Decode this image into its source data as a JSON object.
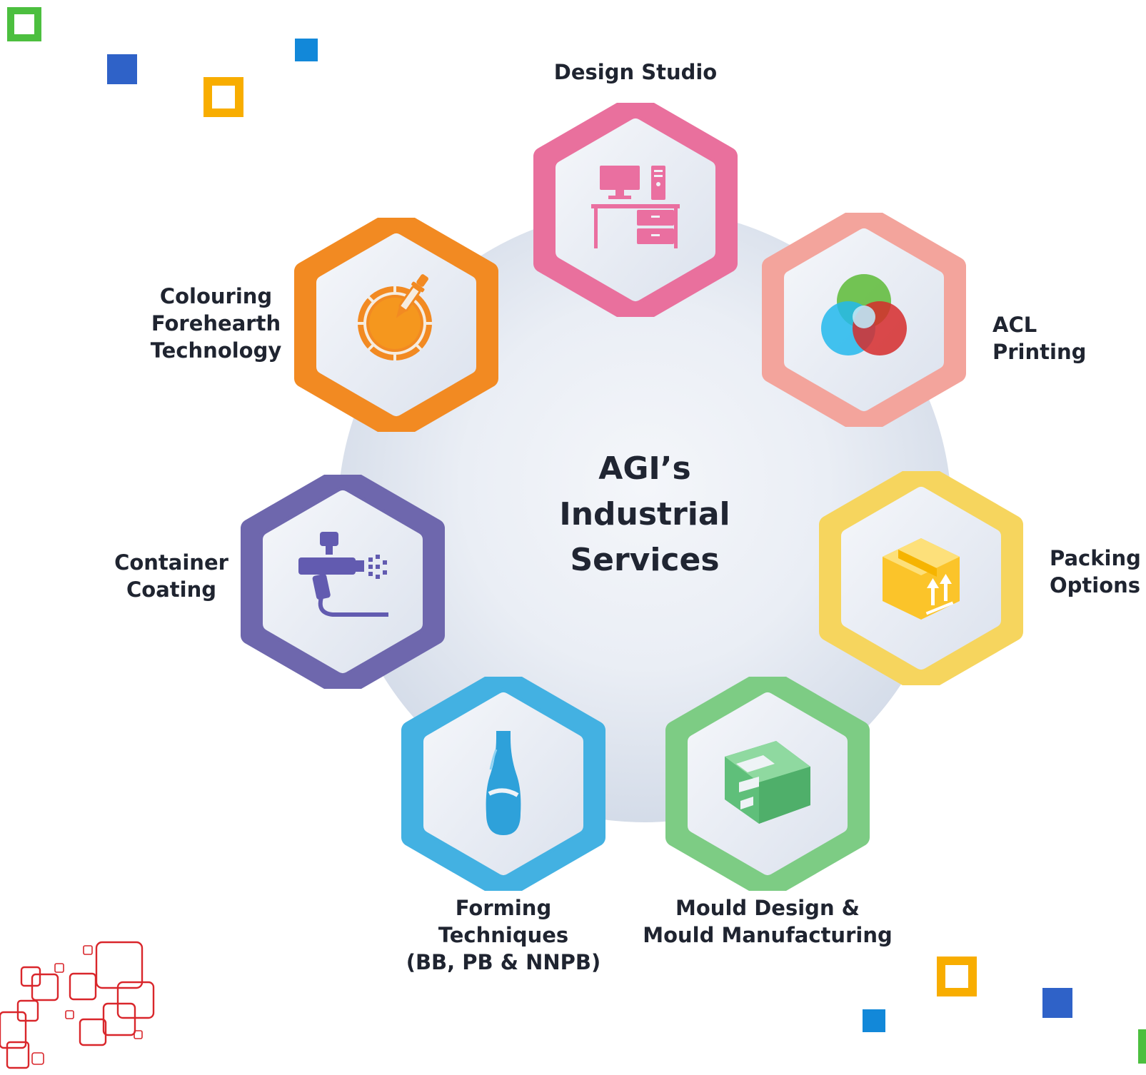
{
  "diagram": {
    "title": "AGI’s\nIndustrial\nServices",
    "nodes": [
      {
        "id": "design-studio",
        "label": "Design Studio",
        "color": "#e9709d",
        "icon": "desk-computer-icon"
      },
      {
        "id": "acl-printing",
        "label": "ACL Printing",
        "color": "#f3a49c",
        "icon": "color-circles-icon"
      },
      {
        "id": "packing-options",
        "label": "Packing\nOptions",
        "color": "#f6d55e",
        "icon": "package-box-icon"
      },
      {
        "id": "mould-design",
        "label": "Mould Design &\nMould Manufacturing",
        "color": "#7dcc84",
        "icon": "mould-block-icon"
      },
      {
        "id": "forming-techniques",
        "label": "Forming Techniques\n(BB, PB & NNPB)",
        "color": "#43b1e2",
        "icon": "bottle-icon"
      },
      {
        "id": "container-coating",
        "label": "Container\nCoating",
        "color": "#6e67ad",
        "icon": "spray-gun-icon"
      },
      {
        "id": "colouring-forehearth",
        "label": "Colouring\nForehearth\nTechnology",
        "color": "#f28a22",
        "icon": "dropper-dial-icon"
      }
    ]
  }
}
